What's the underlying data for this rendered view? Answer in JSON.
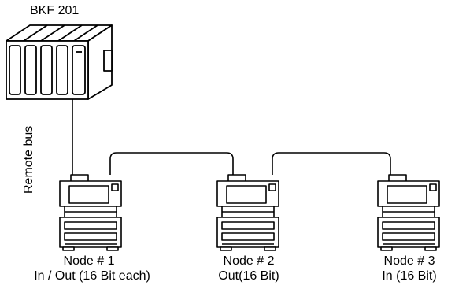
{
  "controller": {
    "title": "BKF 201"
  },
  "bus": {
    "label": "Remote bus"
  },
  "nodes": [
    {
      "name": "Node # 1",
      "desc": "In / Out (16 Bit each)"
    },
    {
      "name": "Node # 2",
      "desc": "Out(16 Bit)"
    },
    {
      "name": "Node # 3",
      "desc": "In (16 Bit)"
    }
  ]
}
